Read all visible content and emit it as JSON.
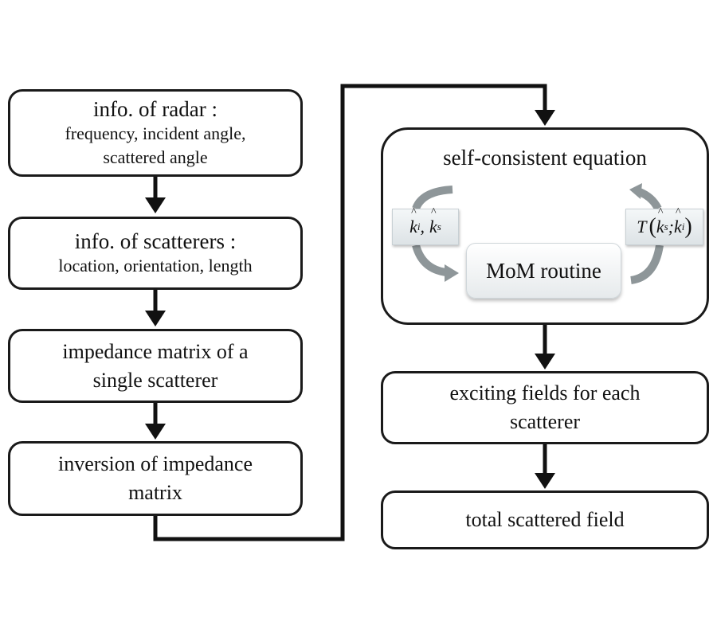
{
  "left_column": [
    {
      "line1": "info. of radar :",
      "line2": "frequency, incident angle,",
      "line3": "scattered angle"
    },
    {
      "line1": "info. of scatterers :",
      "line2": "location, orientation, length"
    },
    {
      "line1": "impedance matrix of a",
      "line2": "single scatterer"
    },
    {
      "line1": "inversion of impedance",
      "line2": "matrix"
    }
  ],
  "self_consistent": {
    "title": "self-consistent equation",
    "routine": "MoM routine",
    "input_label": {
      "k1": "k",
      "k1_sub": "i",
      "sep": ",",
      "k2": "k",
      "k2_sub": "s"
    },
    "output_label": {
      "T": "T",
      "open": "(",
      "k1": "k",
      "k1_sub": "s",
      "sep": ";",
      "k2": "k",
      "k2_sub": "i",
      "close": ")"
    }
  },
  "right_column": [
    {
      "line1": "exciting fields for each",
      "line2": "scatterer"
    },
    {
      "line1": "total scattered field"
    }
  ]
}
